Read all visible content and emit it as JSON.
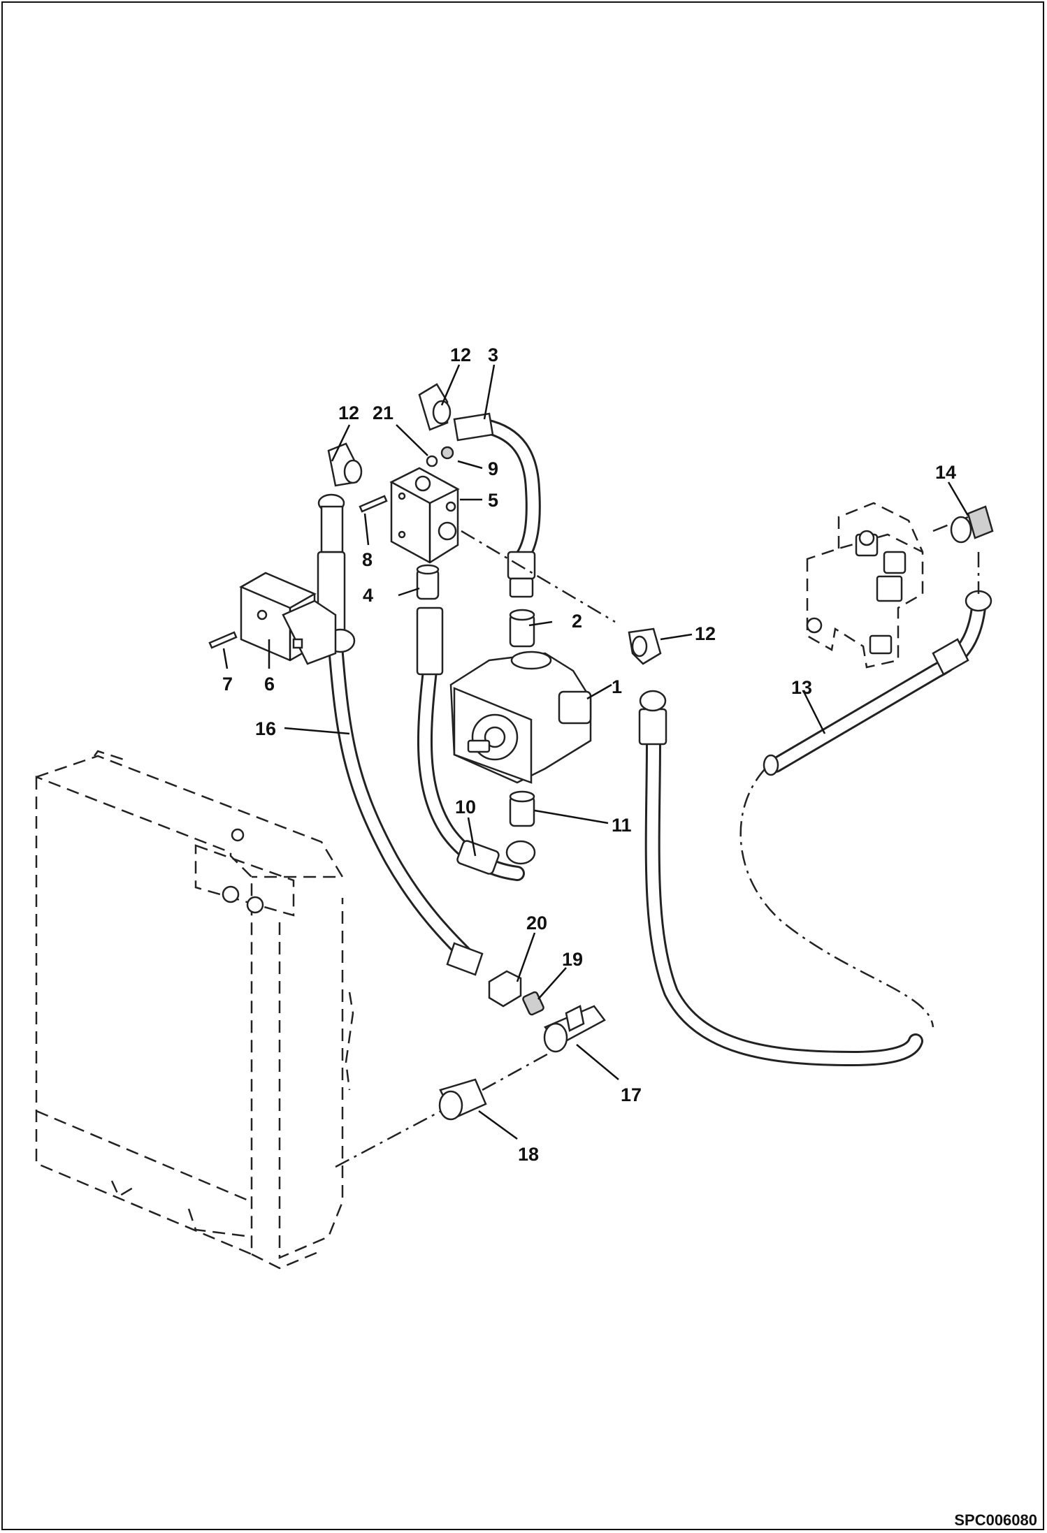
{
  "drawing_ref": "SPC006080",
  "callouts": [
    {
      "id": "c12a",
      "label": "12"
    },
    {
      "id": "c3",
      "label": "3"
    },
    {
      "id": "c12b",
      "label": "12"
    },
    {
      "id": "c21",
      "label": "21"
    },
    {
      "id": "c9",
      "label": "9"
    },
    {
      "id": "c5",
      "label": "5"
    },
    {
      "id": "c8",
      "label": "8"
    },
    {
      "id": "c4",
      "label": "4"
    },
    {
      "id": "c2",
      "label": "2"
    },
    {
      "id": "c12c",
      "label": "12"
    },
    {
      "id": "c14",
      "label": "14"
    },
    {
      "id": "c7",
      "label": "7"
    },
    {
      "id": "c6",
      "label": "6"
    },
    {
      "id": "c1",
      "label": "1"
    },
    {
      "id": "c13",
      "label": "13"
    },
    {
      "id": "c16",
      "label": "16"
    },
    {
      "id": "c10",
      "label": "10"
    },
    {
      "id": "c11",
      "label": "11"
    },
    {
      "id": "c20",
      "label": "20"
    },
    {
      "id": "c19",
      "label": "19"
    },
    {
      "id": "c17",
      "label": "17"
    },
    {
      "id": "c18",
      "label": "18"
    }
  ]
}
